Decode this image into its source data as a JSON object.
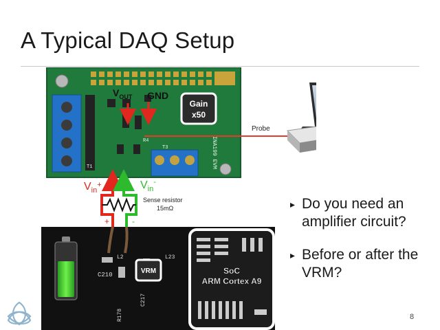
{
  "slide": {
    "title": "A Typical DAQ Setup",
    "page_number": "8"
  },
  "bullets": [
    {
      "marker": "▸",
      "text": "Do you need an amplifier circuit?"
    },
    {
      "marker": "▸",
      "text": "Before or after the VRM?"
    }
  ],
  "figure": {
    "vout_label_v": "V",
    "vout_label_sub": "OUT",
    "gnd_label": "GND",
    "gain_label_1": "Gain",
    "gain_label_2": "x50",
    "probe_label": "Probe",
    "vin_plus_v": "V",
    "vin_plus_sub": "in",
    "vin_plus_sign": "+",
    "vin_minus_v": "V",
    "vin_minus_sub": "in",
    "vin_minus_sign": "-",
    "sense_resistor_label": "Sense resistor",
    "sense_resistor_value": "15mΩ",
    "plus_label": "+",
    "minus_label": "-",
    "vrm_label": "VRM",
    "soc_label_1": "SoC",
    "soc_label_2": "ARM Cortex A9",
    "board_text_ina": "INA199 EVM",
    "board_text_c210": "C210",
    "board_text_l2": "L2",
    "board_text_c217": "C217",
    "board_text_r178": "R178",
    "board_text_l23": "L23",
    "board_text_r4": "R4",
    "board_text_t3": "T3",
    "board_text_t1": "T1"
  },
  "colors": {
    "board_green": "#1f7a3c",
    "wire_red": "#e0281e",
    "wire_green": "#2dbb2d",
    "probe_line": "#e53c2a",
    "battery_green": "#3ccf2c",
    "terminal_blue": "#2472c8"
  }
}
